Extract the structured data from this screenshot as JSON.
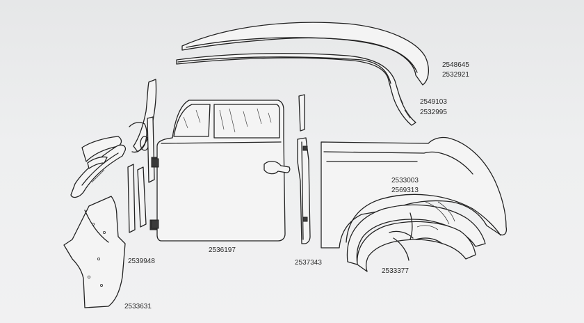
{
  "labels": {
    "p2548645": "2548645",
    "p2532921": "2532921",
    "p2549103": "2549103",
    "p2532995": "2532995",
    "p2533003": "2533003",
    "p2569313": "2569313",
    "p2533377": "2533377",
    "p2539948": "2539948",
    "p2536197": "2536197",
    "p2537343": "2537343",
    "p2533631": "2533631"
  }
}
